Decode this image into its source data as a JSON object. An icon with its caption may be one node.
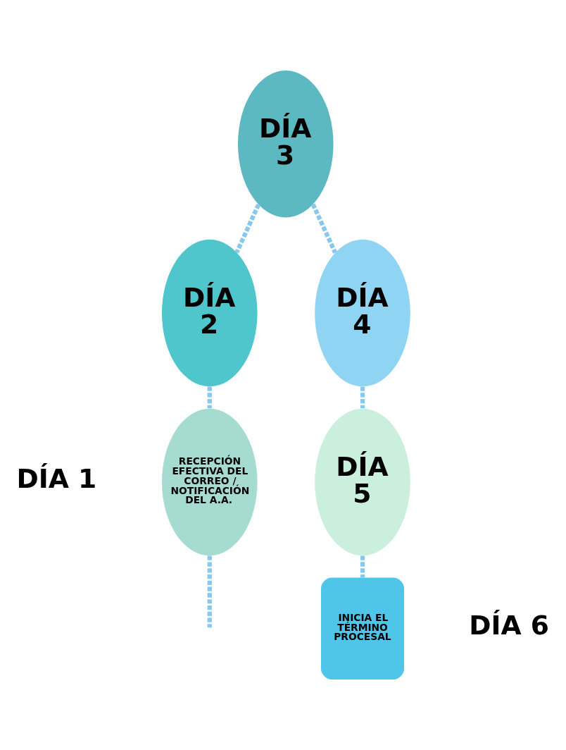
{
  "diagram": {
    "nodes": [
      {
        "text": [
          "RECEPCIÓN EFECTIVA DEL CORREO / NOTIFICACIÓN DEL A.A."
        ],
        "beside": [
          "DÍA 1"
        ]
      },
      {
        "text": [
          "DÍA 2"
        ]
      },
      {
        "text": [
          "DÍA 3"
        ]
      },
      {
        "text": [
          "DÍA 4"
        ]
      },
      {
        "text": [
          "DÍA 5"
        ]
      },
      {
        "text": [
          "INICIA EL TÉRMINO PROCESAL"
        ],
        "beside": [
          "DÍA 6"
        ]
      }
    ],
    "edges": [
      {
        "from": 0,
        "to": 1,
        "arrow": "none",
        "style": "dashed"
      },
      {
        "from": 1,
        "to": 2,
        "arrow": "none",
        "style": "dashed"
      },
      {
        "from": 2,
        "to": 3,
        "arrow": "none",
        "style": "dashed"
      },
      {
        "from": 3,
        "to": 4,
        "arrow": "none",
        "style": "dashed"
      },
      {
        "from": 4,
        "to": 5,
        "arrow": "none",
        "style": "dashed"
      },
      {
        "from": 0,
        "to": null,
        "arrow": "none",
        "style": "dashed"
      }
    ]
  }
}
